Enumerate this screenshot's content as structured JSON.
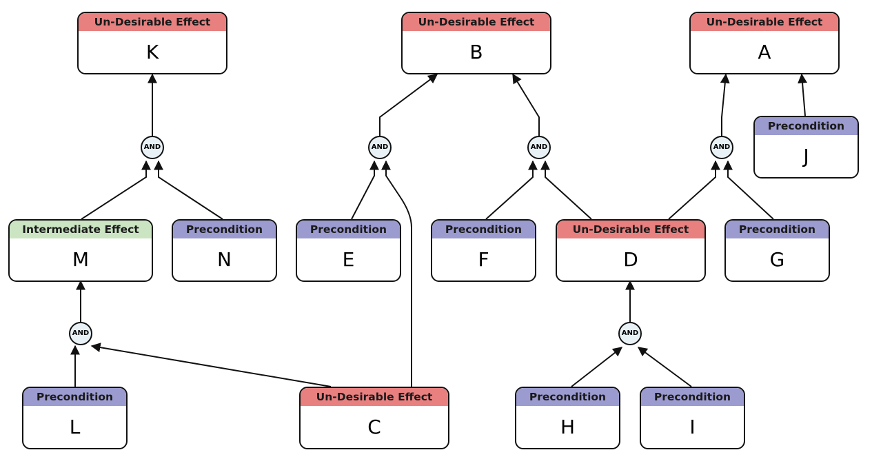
{
  "colors": {
    "undesirable": "#e88080",
    "precondition": "#9b9bd0",
    "intermediate": "#cbe5c3",
    "and_fill": "#e8f1f6",
    "stroke": "#111111"
  },
  "and_label": "AND",
  "nodes": {
    "K": {
      "kind": "undesirable",
      "header": "Un-Desirable Effect",
      "label": "K"
    },
    "B": {
      "kind": "undesirable",
      "header": "Un-Desirable Effect",
      "label": "B"
    },
    "A": {
      "kind": "undesirable",
      "header": "Un-Desirable Effect",
      "label": "A"
    },
    "J": {
      "kind": "precondition",
      "header": "Precondition",
      "label": "J"
    },
    "M": {
      "kind": "intermediate",
      "header": "Intermediate Effect",
      "label": "M"
    },
    "N": {
      "kind": "precondition",
      "header": "Precondition",
      "label": "N"
    },
    "E": {
      "kind": "precondition",
      "header": "Precondition",
      "label": "E"
    },
    "F": {
      "kind": "precondition",
      "header": "Precondition",
      "label": "F"
    },
    "D": {
      "kind": "undesirable",
      "header": "Un-Desirable Effect",
      "label": "D"
    },
    "G": {
      "kind": "precondition",
      "header": "Precondition",
      "label": "G"
    },
    "L": {
      "kind": "precondition",
      "header": "Precondition",
      "label": "L"
    },
    "C": {
      "kind": "undesirable",
      "header": "Un-Desirable Effect",
      "label": "C"
    },
    "H": {
      "kind": "precondition",
      "header": "Precondition",
      "label": "H"
    },
    "I": {
      "kind": "precondition",
      "header": "Precondition",
      "label": "I"
    }
  }
}
